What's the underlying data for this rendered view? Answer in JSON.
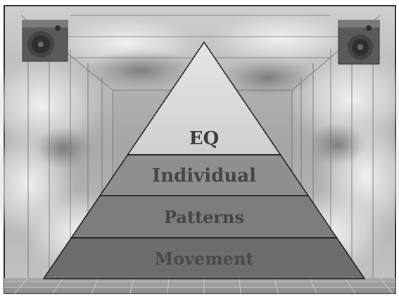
{
  "pyramid": {
    "levels": [
      {
        "label": "EQ",
        "fill": "#d4d4d4",
        "text_color": "#3c3c3c"
      },
      {
        "label": "Individual",
        "fill": "#8f8f8f",
        "text_color": "#454545"
      },
      {
        "label": "Patterns",
        "fill": "#7d7d7d",
        "text_color": "#454545"
      },
      {
        "label": "Movement",
        "fill": "#6d6d6d",
        "text_color": "#4a4a4a"
      }
    ]
  },
  "colors": {
    "frame_border": "#2a2a2a",
    "sky_base": "#b8b8b8",
    "sky_light": "#e8e8e8",
    "sky_dark": "#8a8a8a",
    "pyramid_outline": "#1a1a1a",
    "floor": "#9a9a9a",
    "speaker_body": "#5a5a5a",
    "speaker_cone": "#2e2e2e"
  }
}
